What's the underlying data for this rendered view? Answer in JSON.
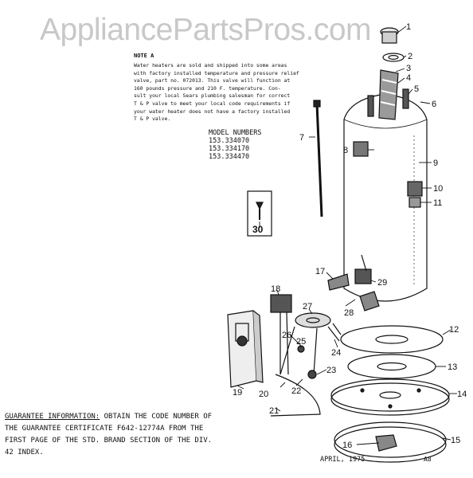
{
  "watermark": "AppliancePartsPros.com",
  "note": {
    "title": "NOTE A",
    "lines": [
      "Water heaters are sold and shipped into some areas",
      "with factory installed temperature and pressure relief",
      "valve, part no. 072013. This valve will function at",
      "160 pounds pressure and 210 F. temperature. Con-",
      "sult your local Sears plumbing salesman for correct",
      "T & P valve to meet your local code requirements if",
      "your water heater does not have a factory installed",
      "T & P valve."
    ]
  },
  "models": {
    "heading": "MODEL NUMBERS",
    "numbers": [
      "153.334070",
      "153.334170",
      "153.334470"
    ]
  },
  "guarantee": {
    "label": "GUARANTEE INFORMATION:",
    "line1_rest": " OBTAIN THE CODE NUMBER OF",
    "line2": "THE GUARANTEE CERTIFICATE F642-12774A FROM THE",
    "line3": "FIRST PAGE OF THE STD. BRAND SECTION OF THE DIV.",
    "line4": "42 INDEX."
  },
  "footer": {
    "date": "APRIL, 1975",
    "code": "A8"
  },
  "callouts": {
    "c1": "1",
    "c2": "2",
    "c3": "3",
    "c4": "4",
    "c5": "5",
    "c6": "6",
    "c7": "7",
    "c8": "8",
    "c9": "9",
    "c10": "10",
    "c11": "11",
    "c12": "12",
    "c13": "13",
    "c14": "14",
    "c15": "15",
    "c16": "16",
    "c17": "17",
    "c18": "18",
    "c19": "19",
    "c20": "20",
    "c21": "21",
    "c22": "22",
    "c23": "23",
    "c24": "24",
    "c25": "25",
    "c26": "26",
    "c27": "27",
    "c28": "28",
    "c29": "29",
    "c30": "30"
  }
}
